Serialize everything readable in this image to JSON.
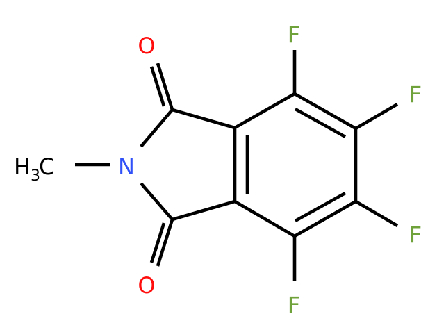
{
  "molecule": {
    "atoms": [
      {
        "id": "O1",
        "symbol": "O",
        "color": "#ff0d0d"
      },
      {
        "id": "O2",
        "symbol": "O",
        "color": "#ff0d0d"
      },
      {
        "id": "N",
        "symbol": "N",
        "color": "#3050f8"
      },
      {
        "id": "F1",
        "symbol": "F",
        "color": "#6fa23a"
      },
      {
        "id": "F2",
        "symbol": "F",
        "color": "#6fa23a"
      },
      {
        "id": "F3",
        "symbol": "F",
        "color": "#6fa23a"
      },
      {
        "id": "F4",
        "symbol": "F",
        "color": "#6fa23a"
      }
    ],
    "methyl": {
      "main": "H",
      "sub": "3",
      "tail": "C",
      "color": "#000000"
    },
    "bond_color": "#000000"
  }
}
